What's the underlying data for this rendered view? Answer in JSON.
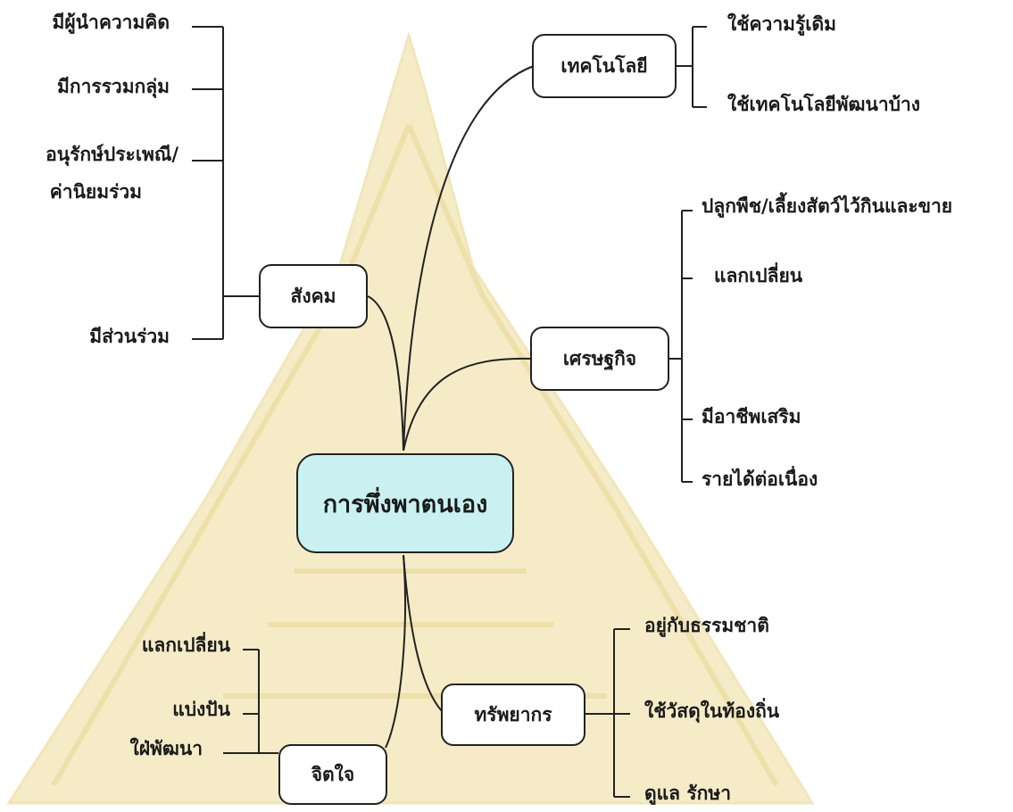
{
  "colors": {
    "center_fill": "#c9f1f1",
    "line": "#222222",
    "watermark": "#f5ecc7"
  },
  "center": "การพึ่งพาตนเอง",
  "branches": {
    "technology": {
      "title": "เทคโนโลยี",
      "items": [
        "ใช้ความรู้เดิม",
        "ใช้เทคโนโลยีพัฒนาบ้าง"
      ]
    },
    "society": {
      "title": "สังคม",
      "items": [
        "มีผู้นำความคิด",
        "มีการรวมกลุ่ม",
        "อนุรักษ์ประเพณี/",
        "ค่านิยมร่วม",
        "มีส่วนร่วม"
      ]
    },
    "economy": {
      "title": "เศรษฐกิจ",
      "items": [
        "ปลูกพืช/เลี้ยงสัตว์ไว้กินและขาย",
        "แลกเปลี่ยน",
        "มีอาชีพเสริม",
        "รายได้ต่อเนื่อง"
      ]
    },
    "resources": {
      "title": "ทรัพยากร",
      "items": [
        "อยู่กับธรรมชาติ",
        "ใช้วัสดุในท้องถิ่น",
        "ดูแล รักษา"
      ]
    },
    "mind": {
      "title": "จิตใจ",
      "items": [
        "แลกเปลี่ยน",
        "แบ่งปัน",
        "ใฝ่พัฒนา"
      ]
    }
  }
}
